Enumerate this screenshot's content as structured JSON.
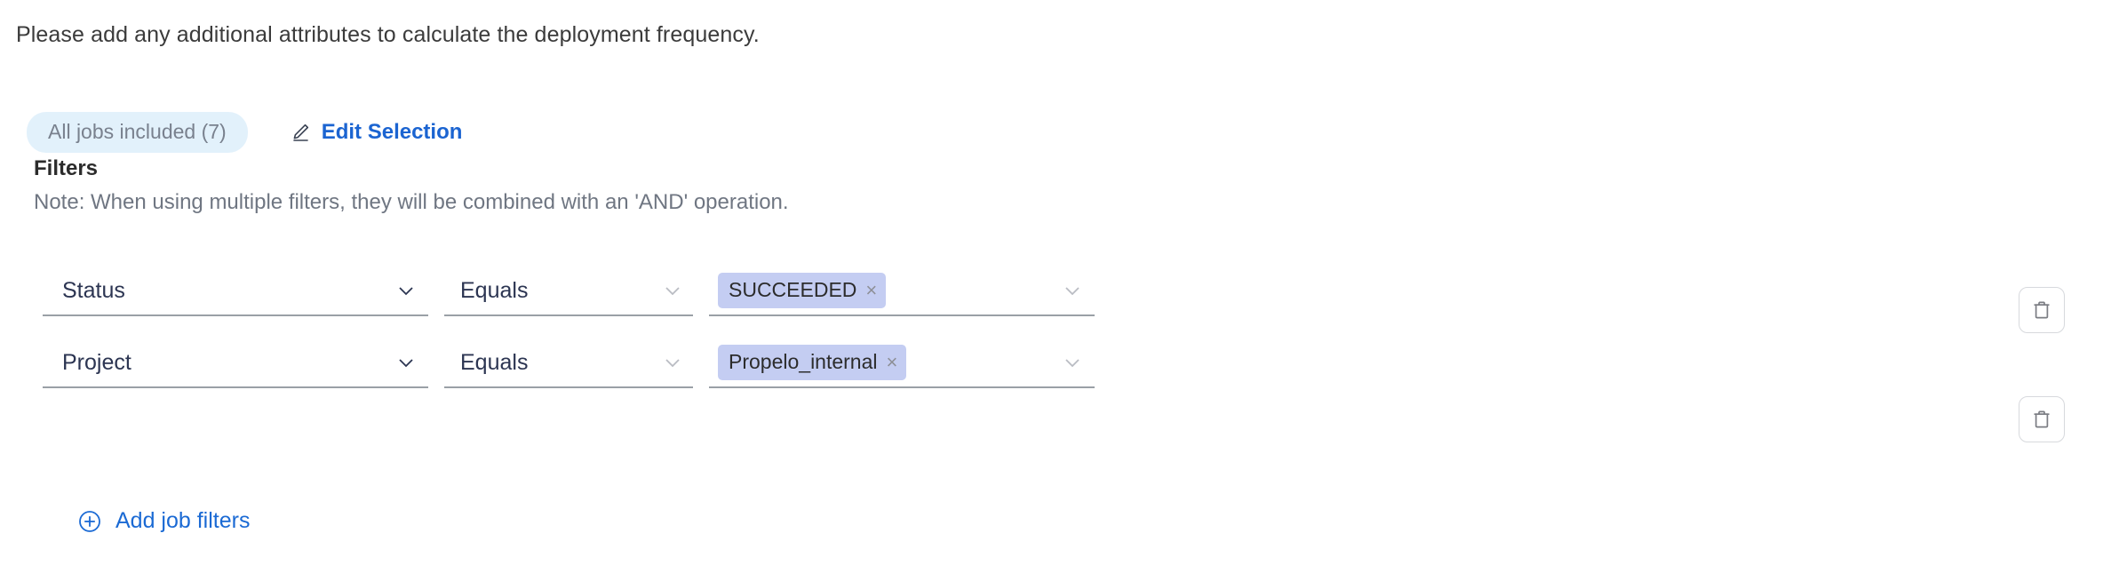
{
  "intro": {
    "text": "Please add any additional attributes to calculate the deployment frequency."
  },
  "selection": {
    "badge_label": "All jobs included (7)",
    "edit_label": "Edit Selection",
    "edit_icon": "pencil-icon",
    "badge_bg": "#e2f1fb",
    "badge_color": "#79818e",
    "link_color": "#1b64d1"
  },
  "filters": {
    "title": "Filters",
    "note": "Note: When using multiple filters, they will be combined with an 'AND' operation.",
    "chip_bg": "#c4cdf2",
    "rows": [
      {
        "attribute": "Status",
        "operator": "Equals",
        "values": [
          {
            "label": "SUCCEEDED",
            "remove": "×"
          }
        ],
        "attr_chevron": "chevron-down-icon",
        "op_chevron": "chevron-down-icon",
        "value_chevron": "chevron-down-icon",
        "delete_icon": "trash-icon"
      },
      {
        "attribute": "Project",
        "operator": "Equals",
        "values": [
          {
            "label": "Propelo_internal",
            "remove": "×"
          }
        ],
        "attr_chevron": "chevron-down-icon",
        "op_chevron": "chevron-down-icon",
        "value_chevron": "chevron-down-icon",
        "delete_icon": "trash-icon"
      }
    ],
    "add_label": "Add job filters",
    "add_icon": "plus-circle-icon",
    "add_color": "#1b6ad4"
  }
}
